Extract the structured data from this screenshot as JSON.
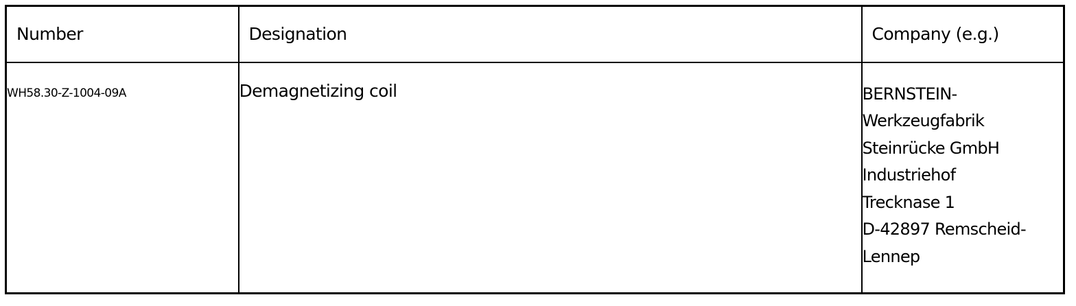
{
  "table": {
    "headers": {
      "number": "Number",
      "designation": "Designation",
      "company": "Company (e.g.)"
    },
    "rows": [
      {
        "number": "WH58.30-Z-1004-09A",
        "designation": "Demagnetizing coil",
        "company_lines": [
          "BERNSTEIN-",
          "Werkzeugfabrik",
          "Steinrücke GmbH",
          "Industriehof",
          "Trecknase 1",
          "D-42897 Remscheid-",
          "Lennep"
        ]
      }
    ]
  }
}
